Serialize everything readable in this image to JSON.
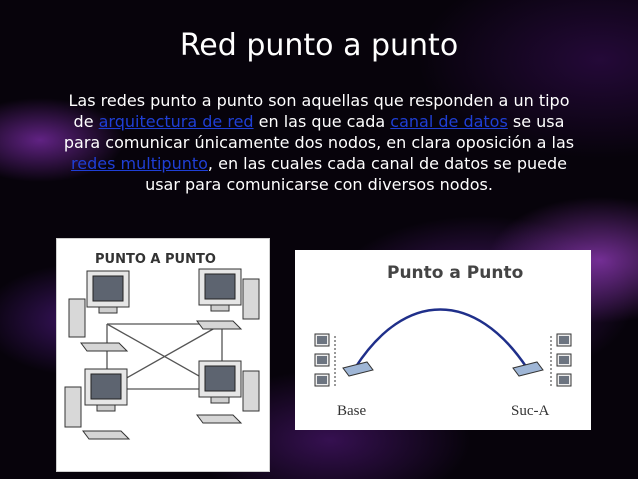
{
  "slide": {
    "title": "Red punto a punto",
    "paragraph": {
      "t1": "Las redes punto a punto son aquellas que responden a un tipo de ",
      "link1": "arquitectura de red",
      "t2": " en las que cada ",
      "link2": "canal de datos",
      "t3": " se usa para comunicar únicamente dos nodos, en clara oposición a las ",
      "link3": "redes multipunto",
      "t4": ", en las cuales cada canal de datos se puede usar para comunicarse con diversos nodos."
    }
  },
  "diagram_left": {
    "label": "PUNTO A PUNTO",
    "label_color": "#333333"
  },
  "diagram_right": {
    "title": "Punto a Punto",
    "node_a": "Base",
    "node_b": "Suc-A",
    "link_color": "#1f2f8a"
  },
  "colors": {
    "link": "#1f3fd6",
    "text": "#ffffff"
  }
}
